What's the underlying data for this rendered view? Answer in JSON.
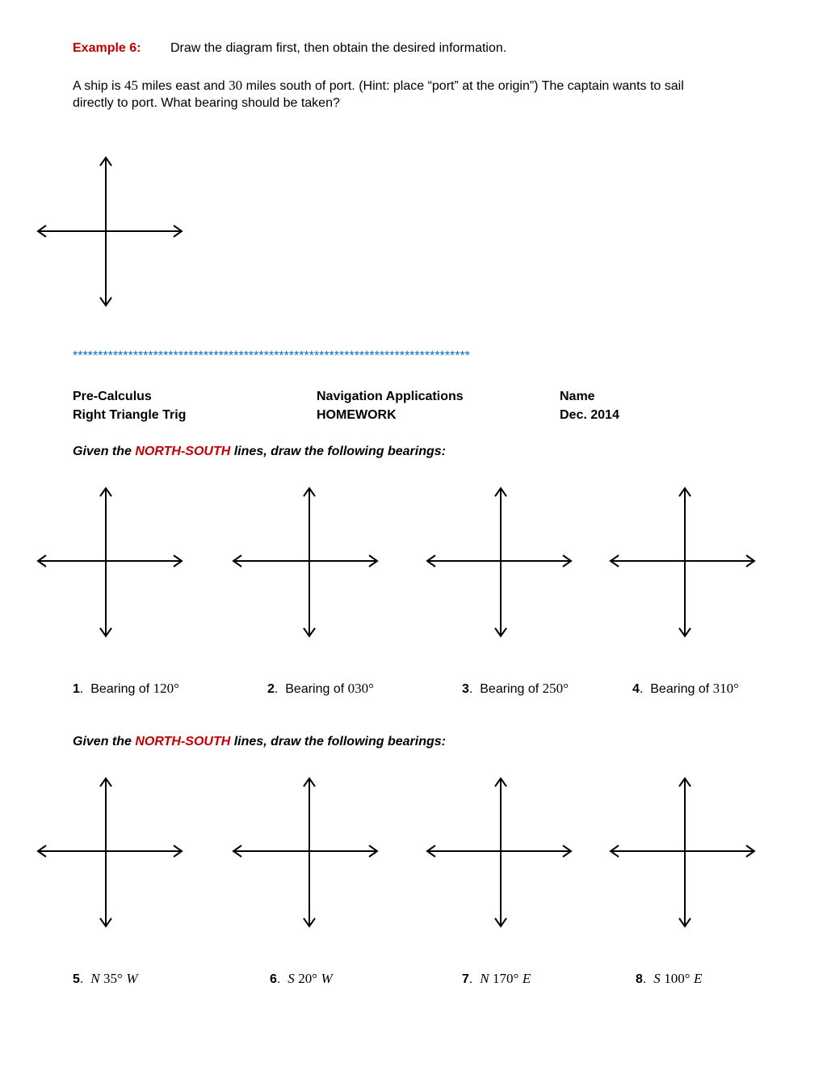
{
  "example": {
    "label": "Example 6:",
    "instruction": "Draw the diagram first, then obtain the desired information.",
    "problem_a": "A ship is",
    "east_miles": "45",
    "problem_b": "miles east and",
    "south_miles": "30",
    "problem_c": "miles south of port.  (Hint:  place “port” at the origin”)  The captain wants to sail",
    "problem_line2": "directly to port.  What bearing should be taken?"
  },
  "separator": "*******************************************************************************",
  "header": {
    "course": "Pre-Calculus",
    "unit": "Right Triangle Trig",
    "topic": "Navigation Applications",
    "type": "HOMEWORK",
    "name_label": "Name",
    "date": "Dec. 2014"
  },
  "section1": {
    "prefix": "Given the ",
    "highlight": "NORTH-SOUTH",
    "suffix": " lines, draw the following bearings:",
    "items": [
      {
        "num": "1",
        "text": "Bearing of ",
        "value": "120°"
      },
      {
        "num": "2",
        "text": "Bearing of ",
        "value": "030°"
      },
      {
        "num": "3",
        "text": "Bearing of ",
        "value": "250°"
      },
      {
        "num": "4",
        "text": "Bearing of ",
        "value": "310°"
      }
    ]
  },
  "section2": {
    "prefix": "Given the ",
    "highlight": "NORTH-SOUTH",
    "suffix": " lines, draw the following bearings:",
    "items": [
      {
        "num": "5",
        "dir1": "N",
        "value": "35°",
        "dir2": "W"
      },
      {
        "num": "6",
        "dir1": "S",
        "value": "20°",
        "dir2": "W"
      },
      {
        "num": "7",
        "dir1": "N",
        "value": "170°",
        "dir2": "E"
      },
      {
        "num": "8",
        "dir1": "S",
        "value": "100°",
        "dir2": "E"
      }
    ]
  }
}
